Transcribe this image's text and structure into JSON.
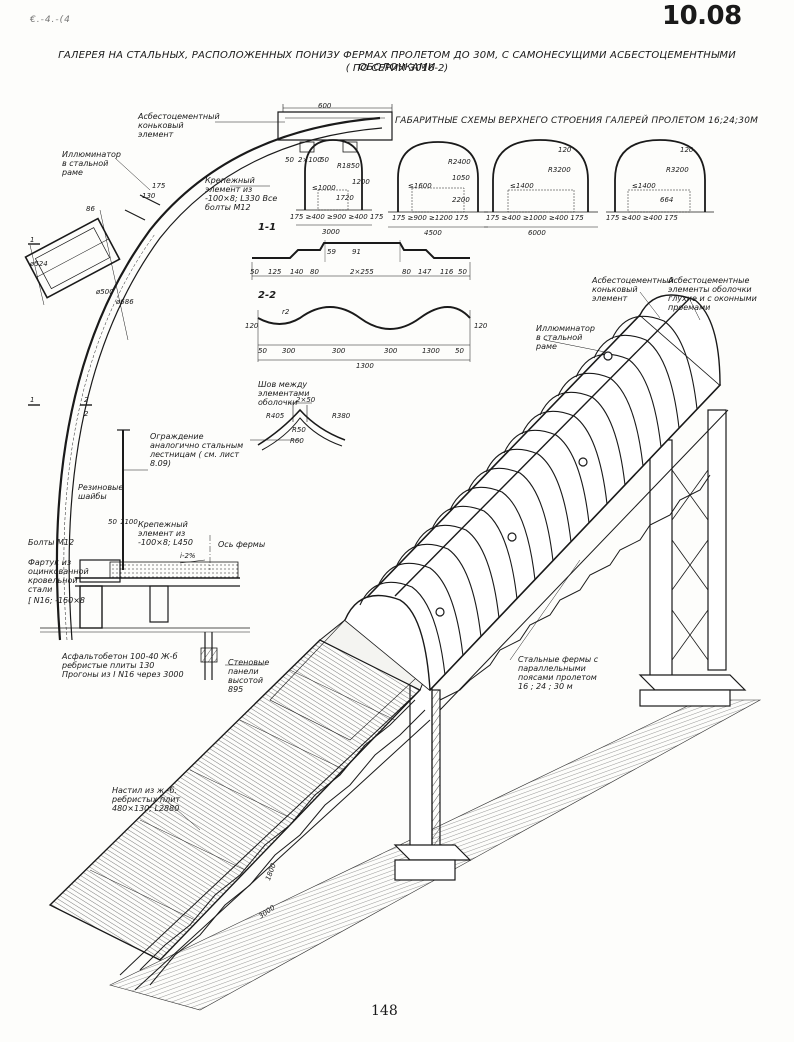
{
  "sheet": {
    "corner_mark": "€.-4.-(4",
    "number": "10.08",
    "title": "ГАЛЕРЕЯ НА СТАЛЬНЫХ, РАСПОЛОЖЕННЫХ ПОНИЗУ ФЕРМАХ ПРОЛЕТОМ ДО 30М, С САМОНЕСУЩИМИ АСБЕСТОЦЕМЕНТНЫМИ ОБОЛОЧКАМИ",
    "subtitle": "( ПО СЕРИИ 3016-2)",
    "page_number": "148"
  },
  "gabarit": {
    "title": "ГАБАРИТНЫЕ СХЕМЫ ВЕРХНЕГО СТРОЕНИЯ ГАЛЕРЕЙ ПРОЛЕТОМ 16;24;30М",
    "schemes": [
      {
        "width": "3000",
        "radius": "R1850",
        "inner": "≤1000",
        "h1": "1200",
        "h2": "1720",
        "bottom": "175  ≥400 ≥900 ≥400  175"
      },
      {
        "width": "4500",
        "radius": "R2400",
        "inner": "≤1600",
        "h1": "1050",
        "h2": "2200",
        "bottom": "175  ≥900  ≥1200  175"
      },
      {
        "width": "6000",
        "radius": "R3200",
        "inner": "≤1400",
        "h1": "120",
        "h2": "",
        "bottom": "175 ≥400 ≥1000 ≥400 175"
      },
      {
        "width": "",
        "radius": "R3200",
        "inner": "≤1400",
        "h1": "120",
        "h2": "664",
        "bottom": "175 ≥400  ≥400 175"
      }
    ]
  },
  "section11": {
    "label": "1-1",
    "dims": [
      "50",
      "125",
      "140",
      "80",
      "2×255",
      "80",
      "147",
      "116",
      "50"
    ],
    "heights": [
      "59",
      "91"
    ]
  },
  "section22": {
    "label": "2-2",
    "dims": [
      "50",
      "300",
      "300",
      "300",
      "1300",
      "50"
    ],
    "total": "1300",
    "heights": [
      "120",
      "120"
    ],
    "radius": "r2"
  },
  "seam": {
    "label": "Шов между элементами оболочки",
    "dims": [
      "2×50",
      "R405",
      "R380",
      "R50",
      "R60"
    ]
  },
  "arch_detail": {
    "ridge_label": "Асбестоцементный коньковый элемент",
    "ridge_width": "600",
    "ridge_dims": [
      "50",
      "2×100",
      "50"
    ],
    "illuminator_label": "Иллюминатор в стальной раме",
    "fastener_label": "Крепежный элемент из -100×8; L330 Все болты М12",
    "dim_86": "86",
    "dim_130": "130",
    "dim_175": "175",
    "dims_circle": [
      "ø524",
      "ø500",
      "ø686"
    ],
    "cut_marks": [
      "1",
      "1",
      "2",
      "2"
    ],
    "railing_label": "Ограждение аналогично стальным лестницам ( см. лист 8.09)",
    "washers_label": "Резиновые шайбы",
    "fastener2_label": "Крепежный элемент из -100×8; L450",
    "bolts_label": "Болты М12",
    "slope": "i-2%",
    "truss_axis": "Ось фермы",
    "flashing_label": "Фартук из оцинкованной кровельной стали",
    "channel_label": "[ N16; -160×8",
    "asphalt_label": "Асфальтобетон 100-40 Ж-б ребристые плиты 130 Прогоны из I N16 через 3000",
    "wall_panels_label": "Стеновые панели высотой 895",
    "dim_50": "50",
    "dim_1100": "1100"
  },
  "iso": {
    "ridge_label": "Асбестоцементный коньковый элемент",
    "shell_label": "Асбестоцементные элементы оболочки глухие и с оконными проемами",
    "illuminator_label": "Иллюминатор в стальной раме",
    "trusses_label": "Стальные фермы с параллельными поясами пролетом 16 ; 24 ; 30 м",
    "deck_label": "Настил из ж.-б. ребристых плит 480×130; L2880",
    "dim_1800": "1800",
    "dim_3000": "3000"
  }
}
